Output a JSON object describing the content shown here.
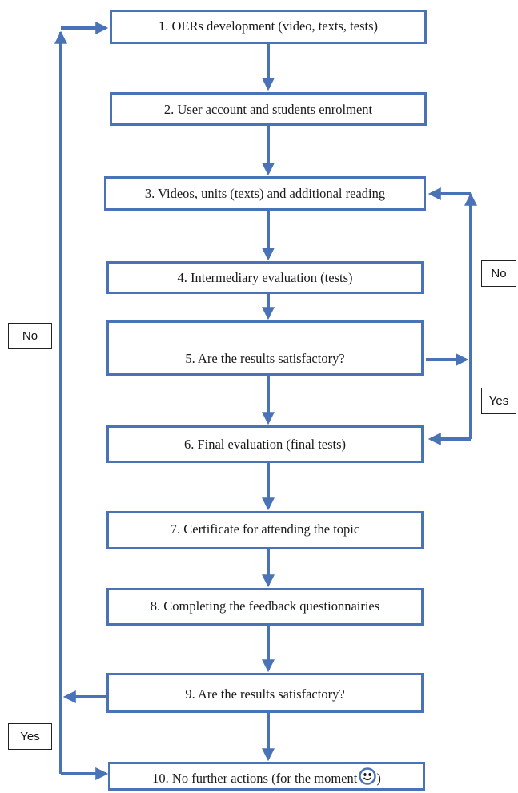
{
  "steps": [
    {
      "label": "1. OERs development (video, texts, tests)"
    },
    {
      "label": "2. User account and students enrolment"
    },
    {
      "label": "3. Videos, units (texts) and additional reading"
    },
    {
      "label": "4. Intermediary evaluation (tests)"
    },
    {
      "label": "5. Are the results satisfactory?"
    },
    {
      "label": "6. Final evaluation (final tests)"
    },
    {
      "label": "7. Certificate for attending the topic"
    },
    {
      "label": "8. Completing the feedback questionnairies"
    },
    {
      "label": "9. Are the results satisfactory?"
    },
    {
      "label": "10. No further actions (for the moment",
      "trailing": ")",
      "icon": "smiley-icon"
    }
  ],
  "tags": {
    "inner_no": "No",
    "inner_yes": "Yes",
    "outer_no": "No",
    "outer_yes": "Yes"
  },
  "colors": {
    "box_border": "#4a72b6",
    "arrow": "#4a72b6"
  }
}
